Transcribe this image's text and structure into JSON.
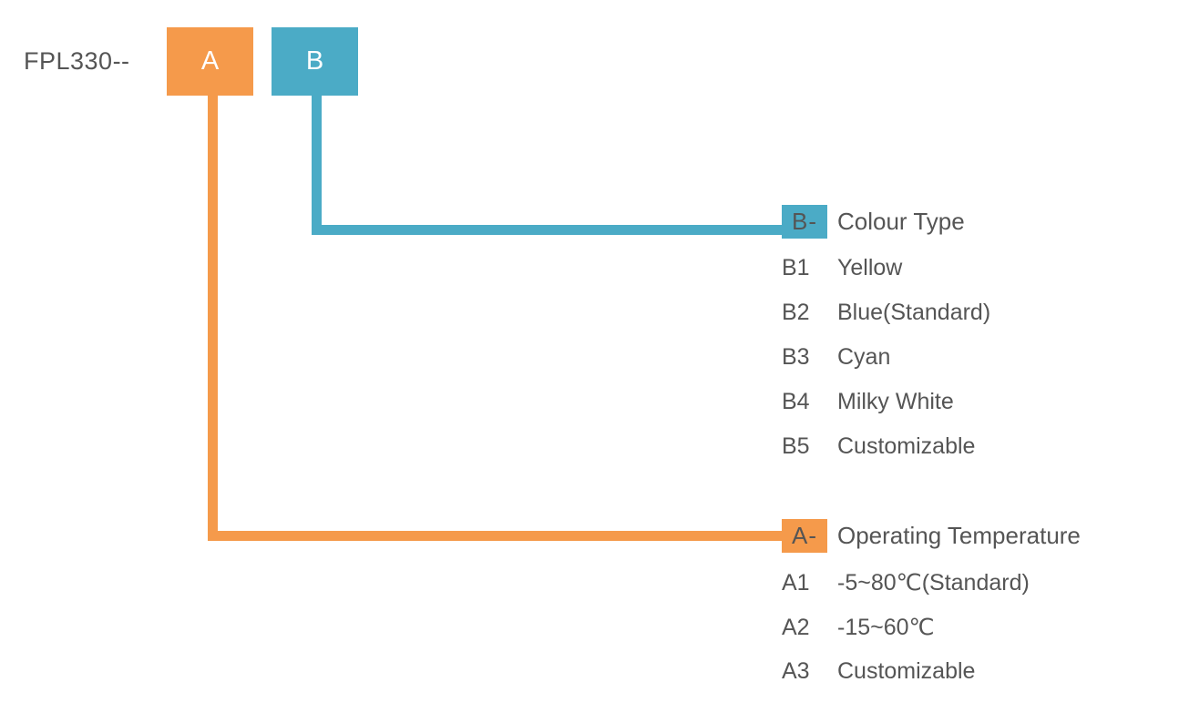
{
  "colors": {
    "orange": "#F59A4B",
    "teal": "#4BABC6",
    "text": "#555555",
    "box_label": "#FFFFFF",
    "background": "#FFFFFF"
  },
  "base": {
    "part_number": "FPL330--"
  },
  "slots": [
    {
      "code": "A",
      "color_key": "orange"
    },
    {
      "code": "B",
      "color_key": "teal"
    }
  ],
  "groups": [
    {
      "badge": "B-",
      "title": "Colour Type",
      "color_key": "teal",
      "options": [
        {
          "code": "B1",
          "label": "Yellow"
        },
        {
          "code": "B2",
          "label": "Blue(Standard)"
        },
        {
          "code": "B3",
          "label": "Cyan"
        },
        {
          "code": "B4",
          "label": "Milky White"
        },
        {
          "code": "B5",
          "label": "Customizable"
        }
      ]
    },
    {
      "badge": "A-",
      "title": "Operating Temperature",
      "color_key": "orange",
      "options": [
        {
          "code": "A1",
          "label": "-5~80℃(Standard)"
        },
        {
          "code": "A2",
          "label": "-15~60℃"
        },
        {
          "code": "A3",
          "label": "Customizable"
        }
      ]
    }
  ]
}
